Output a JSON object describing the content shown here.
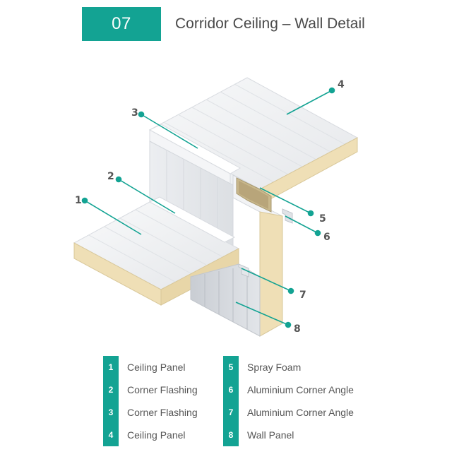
{
  "header": {
    "number": "07",
    "title": "Corridor Ceiling – Wall Detail"
  },
  "colors": {
    "accent": "#13a393",
    "panel_face": "#f1f2f4",
    "insulation": "#efdfb6",
    "text": "#555555"
  },
  "callouts": [
    "1",
    "2",
    "3",
    "4",
    "5",
    "6",
    "7",
    "8"
  ],
  "legend": [
    {
      "number": "1",
      "label": "Ceiling Panel"
    },
    {
      "number": "2",
      "label": "Corner Flashing"
    },
    {
      "number": "3",
      "label": "Corner Flashing"
    },
    {
      "number": "4",
      "label": "Ceiling Panel"
    },
    {
      "number": "5",
      "label": "Spray Foam"
    },
    {
      "number": "6",
      "label": "Aluminium Corner Angle"
    },
    {
      "number": "7",
      "label": "Aluminium Corner Angle"
    },
    {
      "number": "8",
      "label": "Wall Panel"
    }
  ]
}
